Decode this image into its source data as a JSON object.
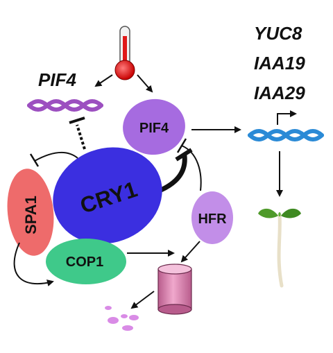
{
  "labels": {
    "pif4_gene": "PIF4",
    "pif4_protein": "PIF4",
    "cry1": "CRY1",
    "spa1": "SPA1",
    "cop1": "COP1",
    "hfr": "HFR",
    "target_gene_1": "YUC8",
    "target_gene_2": "IAA19",
    "target_gene_3": "IAA29"
  },
  "colors": {
    "pif4_protein": "#a66be0",
    "cry1": "#3b2fe0",
    "spa1": "#ee6b6b",
    "cop1": "#3fc98a",
    "hfr": "#c28ee8",
    "dna_pif4": "#9c4fc0",
    "dna_target": "#2a8ad6",
    "proteasome": "#d878a8",
    "degraded_fragments": "#d98be6",
    "thermometer_bulb": "#e01818",
    "seedling_stem": "#e8e0c8",
    "seedling_leaves": "#4f9a2a"
  },
  "icons": {
    "temperature": "thermometer-icon",
    "proteasome": "proteasome-cylinder-icon",
    "output": "seedling-icon",
    "degradation": "degraded-fragments-icon"
  }
}
